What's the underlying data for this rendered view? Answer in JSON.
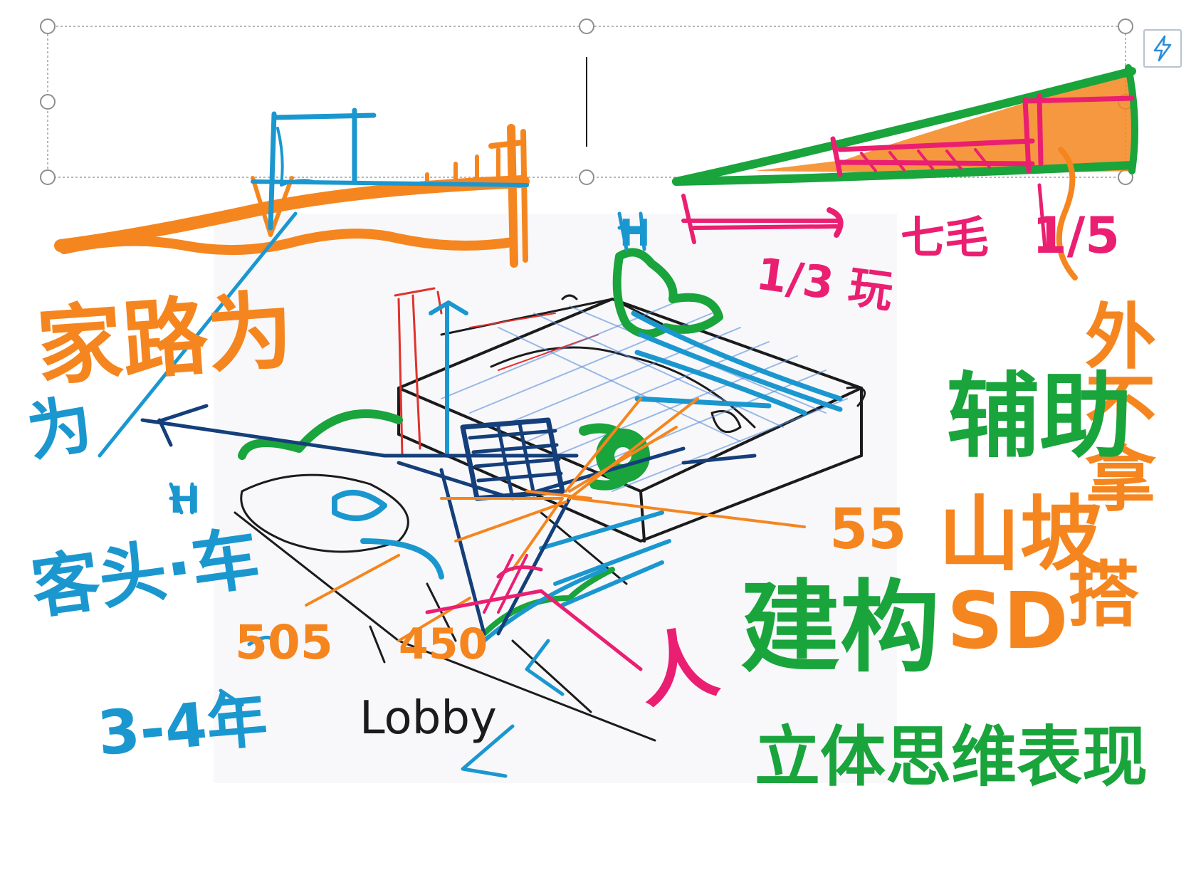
{
  "annotations": {
    "orange_left": "家路为",
    "blue_left_1": "为",
    "blue_left_2": "客头·车",
    "blue_left_3": "3-4年",
    "blue_h_1": "H",
    "blue_h_2": "H",
    "pink_thirds": "1/3 玩",
    "pink_seven": "七毛",
    "pink_fifth": "1/5",
    "pink_person": "人",
    "orange_right_col": "外不拿",
    "orange_right_col2": "搭",
    "green_assist": "辅助",
    "orange_slope": "山坡",
    "green_building": "建构",
    "orange_sd": "SD",
    "green_bottom": "立体思维表现",
    "orange_505": "505",
    "orange_450": "450",
    "orange_55": "55",
    "black_lobby": "Lobby"
  },
  "colors": {
    "orange": "#f5861f",
    "blue": "#1b97cf",
    "navy": "#143f7a",
    "green": "#19a43c",
    "pink": "#ea1f71",
    "red": "#e0322c",
    "black": "#1b1b1b",
    "selection": "#9aa0a6"
  },
  "icons": {
    "quick_action": "lightning-bolt-icon"
  }
}
